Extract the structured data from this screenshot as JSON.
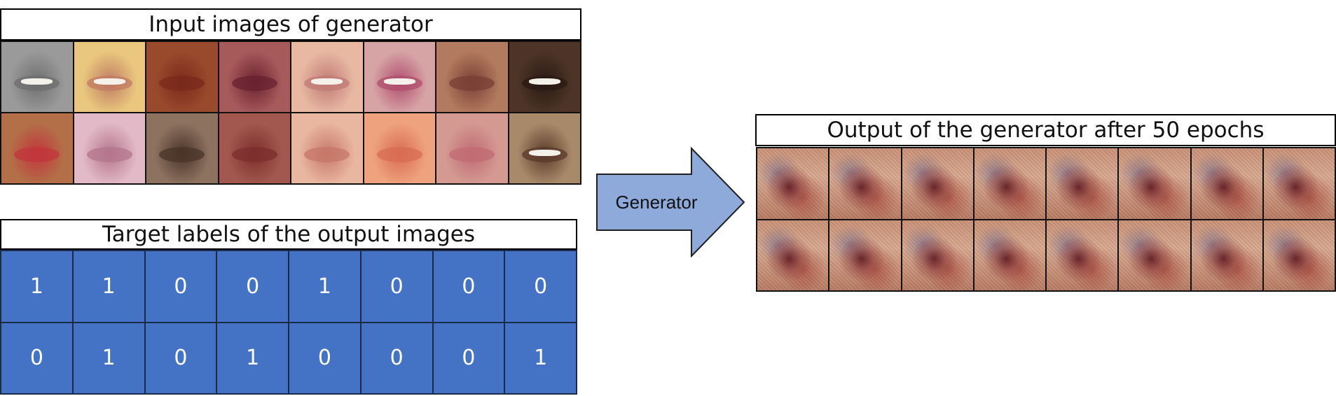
{
  "input_panel": {
    "title": "Input images of generator",
    "tiles": [
      {
        "skin": "#9a9a9a",
        "lip": "#6e6e6e",
        "teeth": true
      },
      {
        "skin": "#e9c77e",
        "lip": "#c07b63",
        "teeth": true
      },
      {
        "skin": "#9a4a2c",
        "lip": "#7a2a1c",
        "teeth": false
      },
      {
        "skin": "#a75a5a",
        "lip": "#6a2230",
        "teeth": false
      },
      {
        "skin": "#e8b8a2",
        "lip": "#c07a74",
        "teeth": true
      },
      {
        "skin": "#d7a4a6",
        "lip": "#b04e6e",
        "teeth": true
      },
      {
        "skin": "#b27a5e",
        "lip": "#7a3f36",
        "teeth": false
      },
      {
        "skin": "#4d3426",
        "lip": "#2a1a14",
        "teeth": true
      },
      {
        "skin": "#b37048",
        "lip": "#c2353c",
        "teeth": false
      },
      {
        "skin": "#e2b9c6",
        "lip": "#b4758c",
        "teeth": false
      },
      {
        "skin": "#8d7260",
        "lip": "#4a3428",
        "teeth": false
      },
      {
        "skin": "#a2584e",
        "lip": "#7b2f2e",
        "teeth": false
      },
      {
        "skin": "#e9b6a0",
        "lip": "#c67768",
        "teeth": false
      },
      {
        "skin": "#efa27e",
        "lip": "#d86c52",
        "teeth": false
      },
      {
        "skin": "#d49a92",
        "lip": "#c06b72",
        "teeth": false
      },
      {
        "skin": "#a88a6a",
        "lip": "#5a3a2a",
        "teeth": true
      }
    ]
  },
  "target_panel": {
    "title": "Target labels of the output images",
    "rows": [
      [
        "1",
        "1",
        "0",
        "0",
        "1",
        "0",
        "0",
        "0"
      ],
      [
        "0",
        "1",
        "0",
        "1",
        "0",
        "0",
        "0",
        "1"
      ]
    ]
  },
  "arrow": {
    "label": "Generator",
    "fill": "#8eaadb",
    "stroke": "#1f1f1f"
  },
  "output_panel": {
    "title": "Output of the generator after 50 epochs",
    "tile_count": 16
  },
  "colors": {
    "label_cell": "#4472c4",
    "label_text": "#ffffff"
  }
}
